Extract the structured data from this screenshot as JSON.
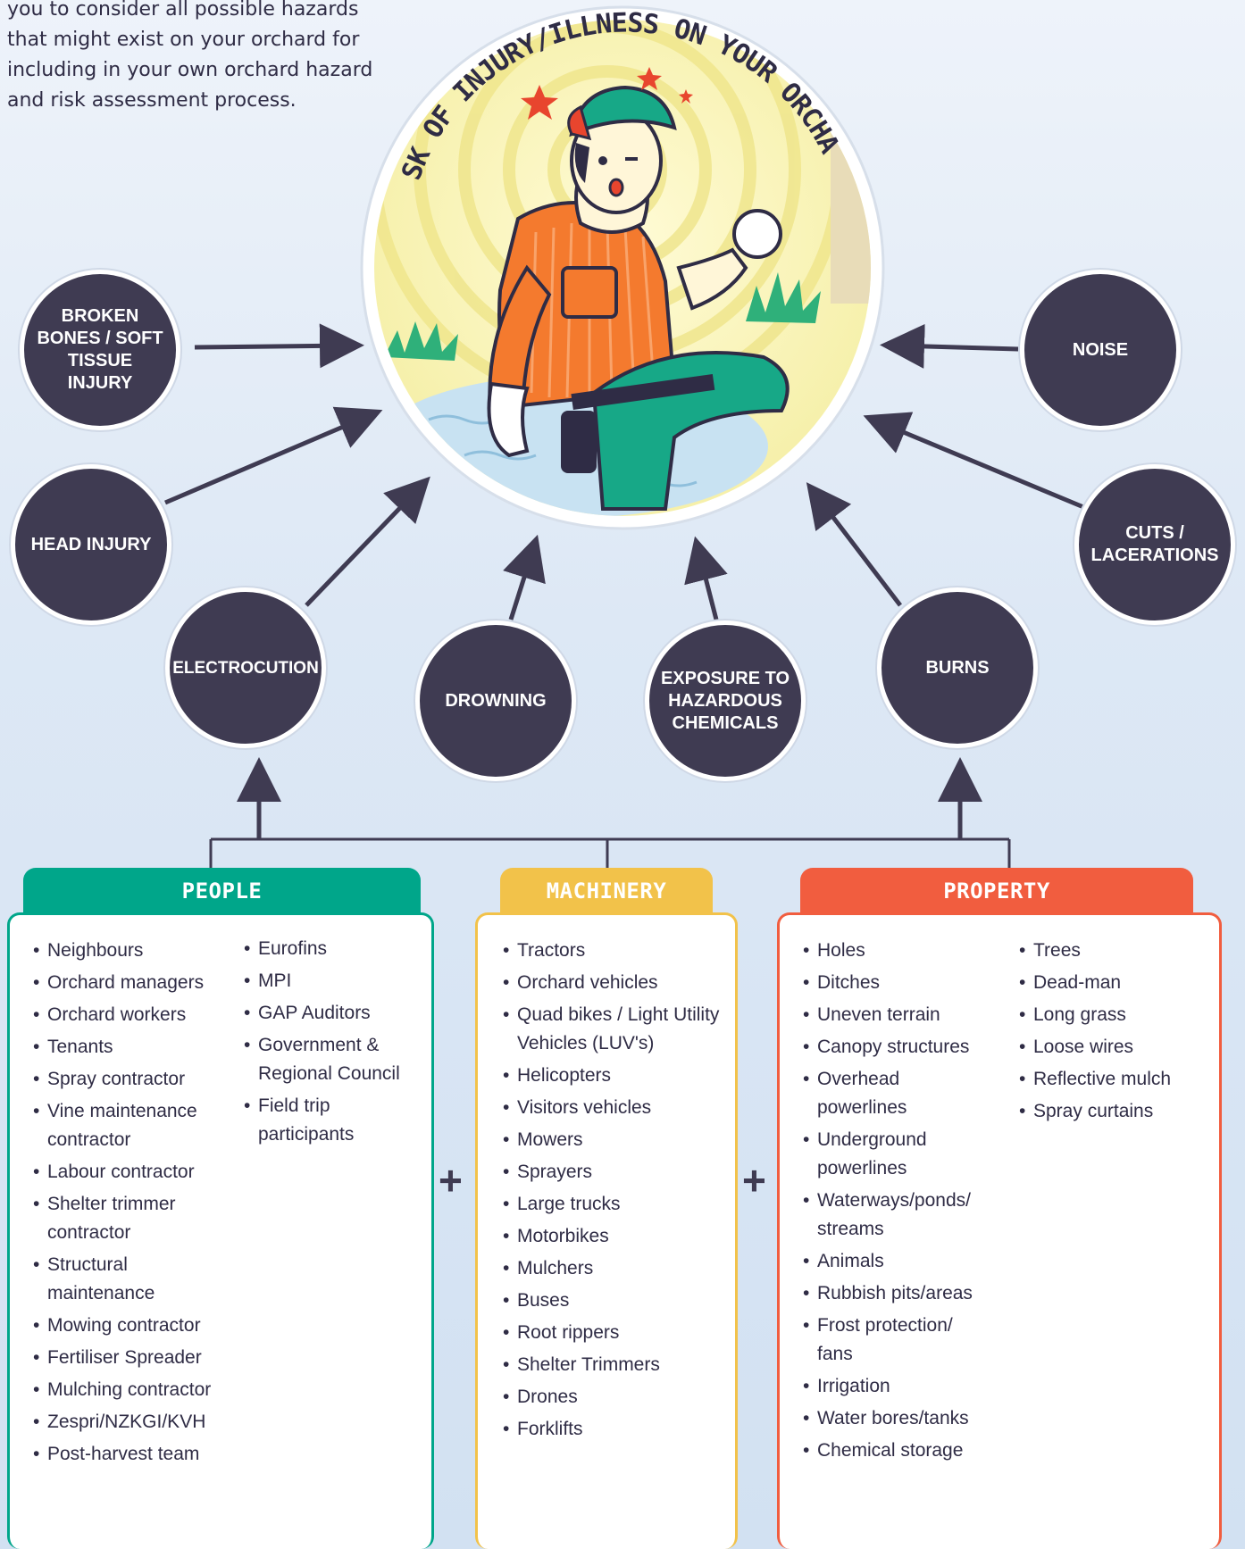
{
  "intro_lines": [
    "you to consider all possible hazards",
    "that might exist on your orchard for",
    "including in your own orchard hazard",
    "and risk assessment process."
  ],
  "center_title": "RISK OF INJURY/ILLNESS ON YOUR ORCHARD",
  "hazards": {
    "broken_bones": [
      "BROKEN",
      "BONES / SOFT",
      "TISSUE",
      "INJURY"
    ],
    "head_injury": [
      "HEAD INJURY"
    ],
    "electrocution": [
      "ELECTROCUTION"
    ],
    "drowning": [
      "DROWNING"
    ],
    "chemicals": [
      "EXPOSURE TO",
      "HAZARDOUS",
      "CHEMICALS"
    ],
    "burns": [
      "BURNS"
    ],
    "cuts": [
      "CUTS /",
      "LACERATIONS"
    ],
    "noise": [
      "NOISE"
    ]
  },
  "categories": {
    "people": {
      "title": "PEOPLE",
      "color": "#00a68a",
      "col1": [
        "Neighbours",
        "Orchard managers",
        "Orchard workers",
        "Tenants",
        "Spray contractor",
        "Vine maintenance contractor",
        "Labour contractor",
        "Shelter trimmer contractor",
        "Structural maintenance",
        "Mowing contractor",
        "Fertiliser Spreader",
        "Mulching contractor",
        "Zespri/NZKGI/KVH",
        "Post-harvest team"
      ],
      "col2": [
        "Eurofins",
        "MPI",
        "GAP Auditors",
        "Government & Regional Council",
        "Field trip participants"
      ]
    },
    "machinery": {
      "title": "MACHINERY",
      "color": "#f2c24a",
      "col1": [
        "Tractors",
        "Orchard vehicles",
        "Quad bikes / Light Utility Vehicles (LUV's)",
        "Helicopters",
        "Visitors vehicles",
        "Mowers",
        "Sprayers",
        "Large trucks",
        "Motorbikes",
        "Mulchers",
        "Buses",
        "Root rippers",
        "Shelter Trimmers",
        "Drones",
        "Forklifts"
      ]
    },
    "property": {
      "title": "PROPERTY",
      "color": "#f15d3f",
      "col1": [
        "Holes",
        "Ditches",
        "Uneven terrain",
        "Canopy structures",
        "Overhead powerlines",
        "Underground powerlines",
        "Waterways/ponds/ streams",
        "Animals",
        "Rubbish pits/areas",
        "Frost protection/ fans",
        "Irrigation",
        "Water bores/tanks",
        "Chemical storage"
      ],
      "col2": [
        "Trees",
        "Dead-man",
        "Long grass",
        "Loose wires",
        "Reflective mulch",
        "Spray curtains"
      ]
    }
  },
  "plus_sign": "+"
}
